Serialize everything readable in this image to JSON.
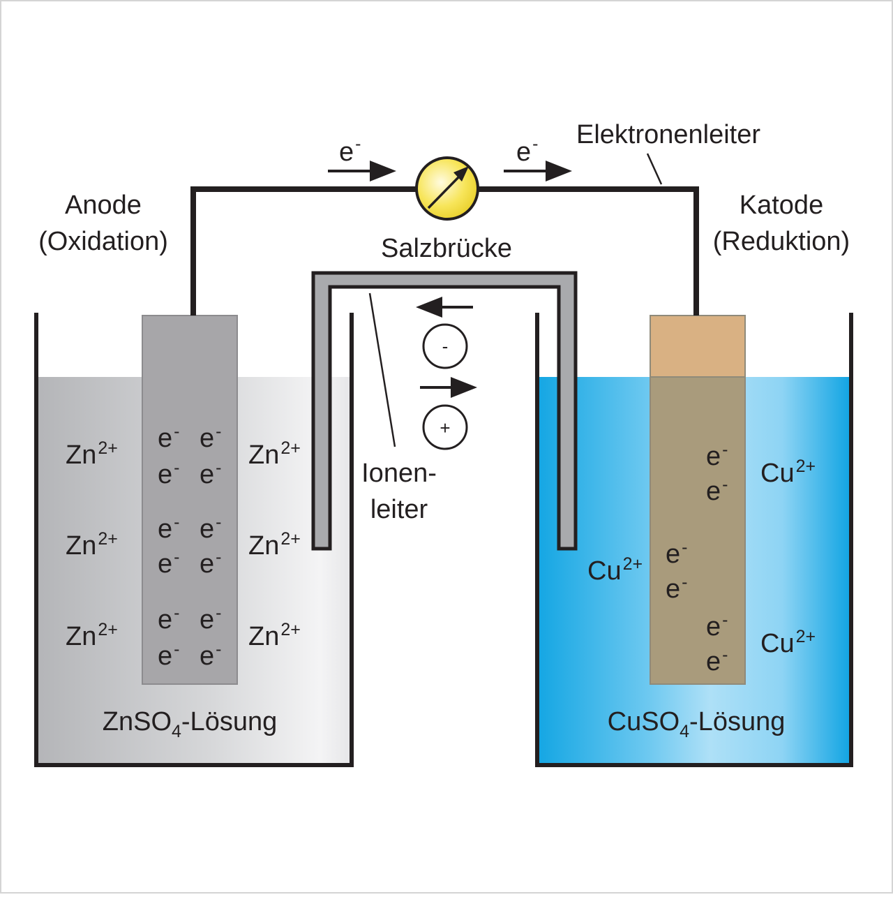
{
  "labels": {
    "anode": "Anode",
    "anode_sub": "(Oxidation)",
    "cathode": "Katode",
    "cathode_sub": "(Reduktion)",
    "salt_bridge": "Salzbrücke",
    "electron_conductor": "Elektronenleiter",
    "ion_conductor_1": "Ionen-",
    "ion_conductor_2": "leiter"
  },
  "solutions": {
    "left": {
      "pre": "ZnSO",
      "sub": "4",
      "post": "-Lösung"
    },
    "right": {
      "pre": "CuSO",
      "sub": "4",
      "post": "-Lösung"
    }
  },
  "electron": {
    "base": "e",
    "charge": "-"
  },
  "ions": {
    "zinc": {
      "base": "Zn",
      "charge": "2+"
    },
    "copper": {
      "base": "Cu",
      "charge": "2+"
    },
    "negative": "-",
    "positive": "+"
  },
  "colors": {
    "zinc_solution": "#c3c4c6",
    "copper_solution": "#2aaee6",
    "zinc_electrode": "#a7a6a9",
    "copper_electrode": "#d9b183",
    "copper_electrode_submerged": "#a99b7c",
    "meter": "#f7e34a",
    "wire": "#231f20",
    "salt_bridge": "#a9aaad"
  }
}
